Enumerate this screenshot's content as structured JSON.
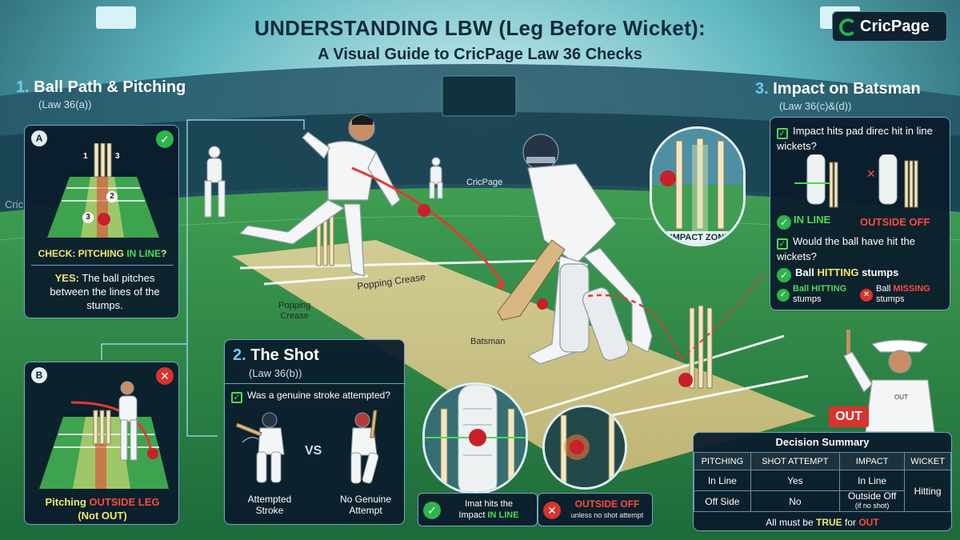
{
  "title": {
    "line1": "UNDERSTANDING LBW (Leg Before Wicket):",
    "line2": "A Visual Guide to CricPage Law 36 Checks"
  },
  "brand": {
    "name": "CricPage",
    "icon": "c-logo-icon",
    "color": "#2bb04a"
  },
  "scene": {
    "watermark_left": "CricPage",
    "watermark_field": "CricPage",
    "popping_crease_1": "Popping Crease",
    "popping_crease_2": "Popping\nCrease",
    "batsman": "Batsman",
    "impact_zone": "IMPACT ZONE",
    "umpire_shirt": "OUT",
    "out_badge": "OUT"
  },
  "section1": {
    "num": "1.",
    "title": "Ball Path & Pitching",
    "law": "(Law 36(a))",
    "card_a": {
      "tag": "A",
      "markers": [
        "1",
        "3",
        "2",
        "3"
      ],
      "check_prefix": "CHECK: PITCHING ",
      "check_highlight": "IN LINE",
      "check_suffix": "?",
      "yes_label": "YES:",
      "yes_text": " The ball pitches between the lines of the stumps."
    },
    "card_b": {
      "tag": "B",
      "line1_prefix": "Pitching ",
      "line1_highlight": "OUTSIDE LEG",
      "line2": "(Not OUT)"
    }
  },
  "section2": {
    "num": "2.",
    "title": "The Shot",
    "law": "(Law 36(b))",
    "question": "Was a genuine stroke attempted?",
    "vs": "VS",
    "left_label": "Attempted\nStroke",
    "right_label": "No Genuine\nAttempt"
  },
  "impact_circles": {
    "left_line1": "Imat hits the",
    "left_line2_prefix": "Impact ",
    "left_line2_highlight": "IN LINE",
    "right_line1": "OUTSIDE OFF",
    "right_line2": "unless no shot attempt"
  },
  "section3": {
    "num": "3.",
    "title": "Impact on Batsman",
    "law": "(Law 36(c)&(d))",
    "q1": "Impact hits pad direc hit in line wickets?",
    "in_line": "IN LINE",
    "outside_off": "OUTSIDE OFF",
    "q2": "Would the ball have hit the wickets?",
    "ball_hitting_prefix": "Ball ",
    "ball_hitting_highlight": "HITTING",
    "ball_hitting_suffix": " stumps",
    "small_hit_1": "Ball HITTING",
    "small_hit_2": "stumps",
    "small_miss_prefix": "Ball ",
    "small_miss_highlight": "MISSING",
    "small_miss_2": "stumps"
  },
  "summary": {
    "title": "Decision Summary",
    "headers": [
      "PITCHING",
      "SHOT ATTEMPT",
      "IMPACT",
      "WICKET"
    ],
    "rows": [
      [
        "In Line",
        "Yes",
        "In Line",
        "Hitting"
      ],
      [
        "Off Side",
        "No",
        "Outside Off",
        ""
      ]
    ],
    "impact_note": "(if no shot)",
    "footer_prefix": "All must be ",
    "footer_true": "TRUE",
    "footer_mid": " for ",
    "footer_out": "OUT"
  },
  "colors": {
    "accent_green": "#53d857",
    "accent_red": "#ff4b3a",
    "ball": "#c8202a",
    "panel_border": "#6aa9c4"
  }
}
